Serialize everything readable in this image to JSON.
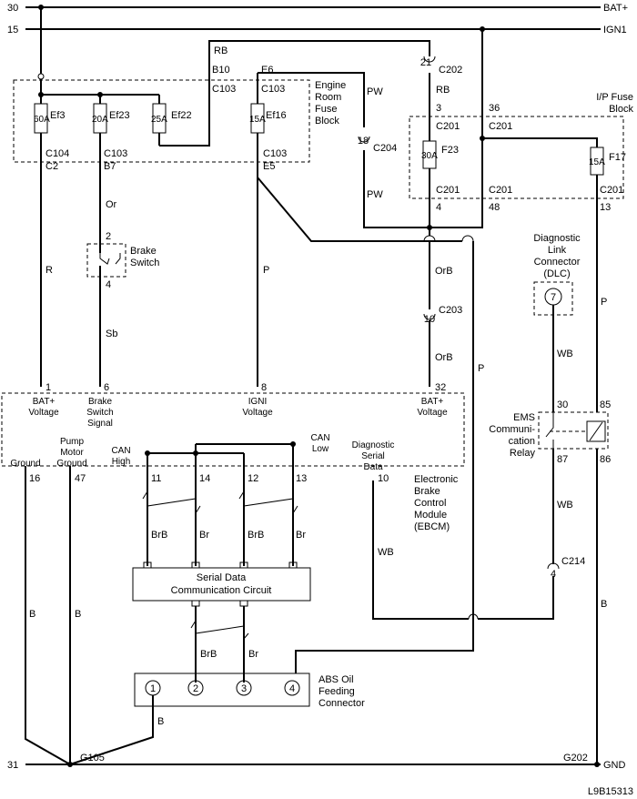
{
  "rails": {
    "top_left": "30",
    "top_right": "BAT+",
    "ign_left": "15",
    "ign_right": "IGN1",
    "gnd_left": "31",
    "gnd_right": "GND",
    "g105": "G105",
    "g202": "G202"
  },
  "engine_fuse_block": {
    "name_l1": "Engine",
    "name_l2": "Room",
    "name_l3": "Fuse",
    "name_l4": "Block",
    "fuses": [
      {
        "id": "Ef3",
        "rating": "60A"
      },
      {
        "id": "Ef23",
        "rating": "20A"
      },
      {
        "id": "Ef22",
        "rating": "25A"
      },
      {
        "id": "Ef16",
        "rating": "15A"
      }
    ],
    "b10": "B10",
    "c103_top_a": "C103",
    "e6": "E6",
    "c103_top_b": "C103",
    "c104": "C104",
    "c2": "C2",
    "c103_b1": "C103",
    "b7": "B7",
    "c103_b2": "C103",
    "e5": "E5"
  },
  "ip_fuse_block": {
    "name_l1": "I/P Fuse",
    "name_l2": "Block",
    "f23": "F23",
    "f23_rating": "30A",
    "f17": "F17",
    "f17_rating": "15A",
    "pin3": "3",
    "c201_a": "C201",
    "pin36": "36",
    "c201_b": "C201",
    "c201_c": "C201",
    "pin4": "4",
    "c201_d": "C201",
    "pin48": "48",
    "c201_e": "C201",
    "pin13": "13"
  },
  "connectors": {
    "c202_pin": "21",
    "c202": "C202",
    "c204_pin": "18",
    "c204": "C204",
    "c203_pin": "10",
    "c203": "C203",
    "c214_pin": "4",
    "c214": "C214"
  },
  "wires": {
    "rb_top": "RB",
    "rb_right": "RB",
    "pw_upper": "PW",
    "pw_lower": "PW",
    "r": "R",
    "or": "Or",
    "sb": "Sb",
    "p_left": "P",
    "orb_upper": "OrB",
    "orb_lower": "OrB",
    "p_mid": "P",
    "wb_dlc": "WB",
    "p_right": "P",
    "wb_relay": "WB",
    "wb_module": "WB",
    "b_1": "B",
    "b_2": "B",
    "b_3": "B",
    "b_right": "B",
    "brb_1": "BrB",
    "br_1": "Br",
    "brb_2": "BrB",
    "br_2": "Br",
    "brb_3": "BrB",
    "br_3": "Br"
  },
  "brake_switch": {
    "l1": "Brake",
    "l2": "Switch",
    "pin_top": "2",
    "pin_bot": "4"
  },
  "dlc": {
    "l1": "Diagnostic",
    "l2": "Link",
    "l3": "Connector",
    "l4": "(DLC)",
    "pin": "7"
  },
  "relay": {
    "l1": "EMS",
    "l2": "Communi-",
    "l3": "cation",
    "l4": "Relay",
    "p30": "30",
    "p85": "85",
    "p87": "87",
    "p86": "86"
  },
  "ebcm": {
    "l1": "Electronic",
    "l2": "Brake",
    "l3": "Control",
    "l4": "Module",
    "l5": "(EBCM)",
    "pins": {
      "p1": "1",
      "p6": "6",
      "p8": "8",
      "p32": "32",
      "p16": "16",
      "p47": "47",
      "p11": "11",
      "p14": "14",
      "p12": "12",
      "p13": "13",
      "p10": "10"
    },
    "bat_a": "BAT+",
    "bat_a2": "Voltage",
    "brake_a": "Brake",
    "brake_a2": "Switch",
    "brake_a3": "Signal",
    "igni": "IGNI",
    "igni2": "Voltage",
    "bat_b": "BAT+",
    "bat_b2": "Voltage",
    "ground": "Ground",
    "pump1": "Pump",
    "pump2": "Motor",
    "pump3": "Ground",
    "canh1": "CAN",
    "canh2": "High",
    "canl1": "CAN",
    "canl2": "Low",
    "diag1": "Diagnostic",
    "diag2": "Serial",
    "diag3": "Data"
  },
  "serial_circuit": {
    "l1": "Serial Data",
    "l2": "Communication Circuit"
  },
  "abs_connector": {
    "l1": "ABS Oil",
    "l2": "Feeding",
    "l3": "Connector",
    "pins": [
      "1",
      "2",
      "3",
      "4"
    ]
  },
  "figure_code": "L9B15313"
}
